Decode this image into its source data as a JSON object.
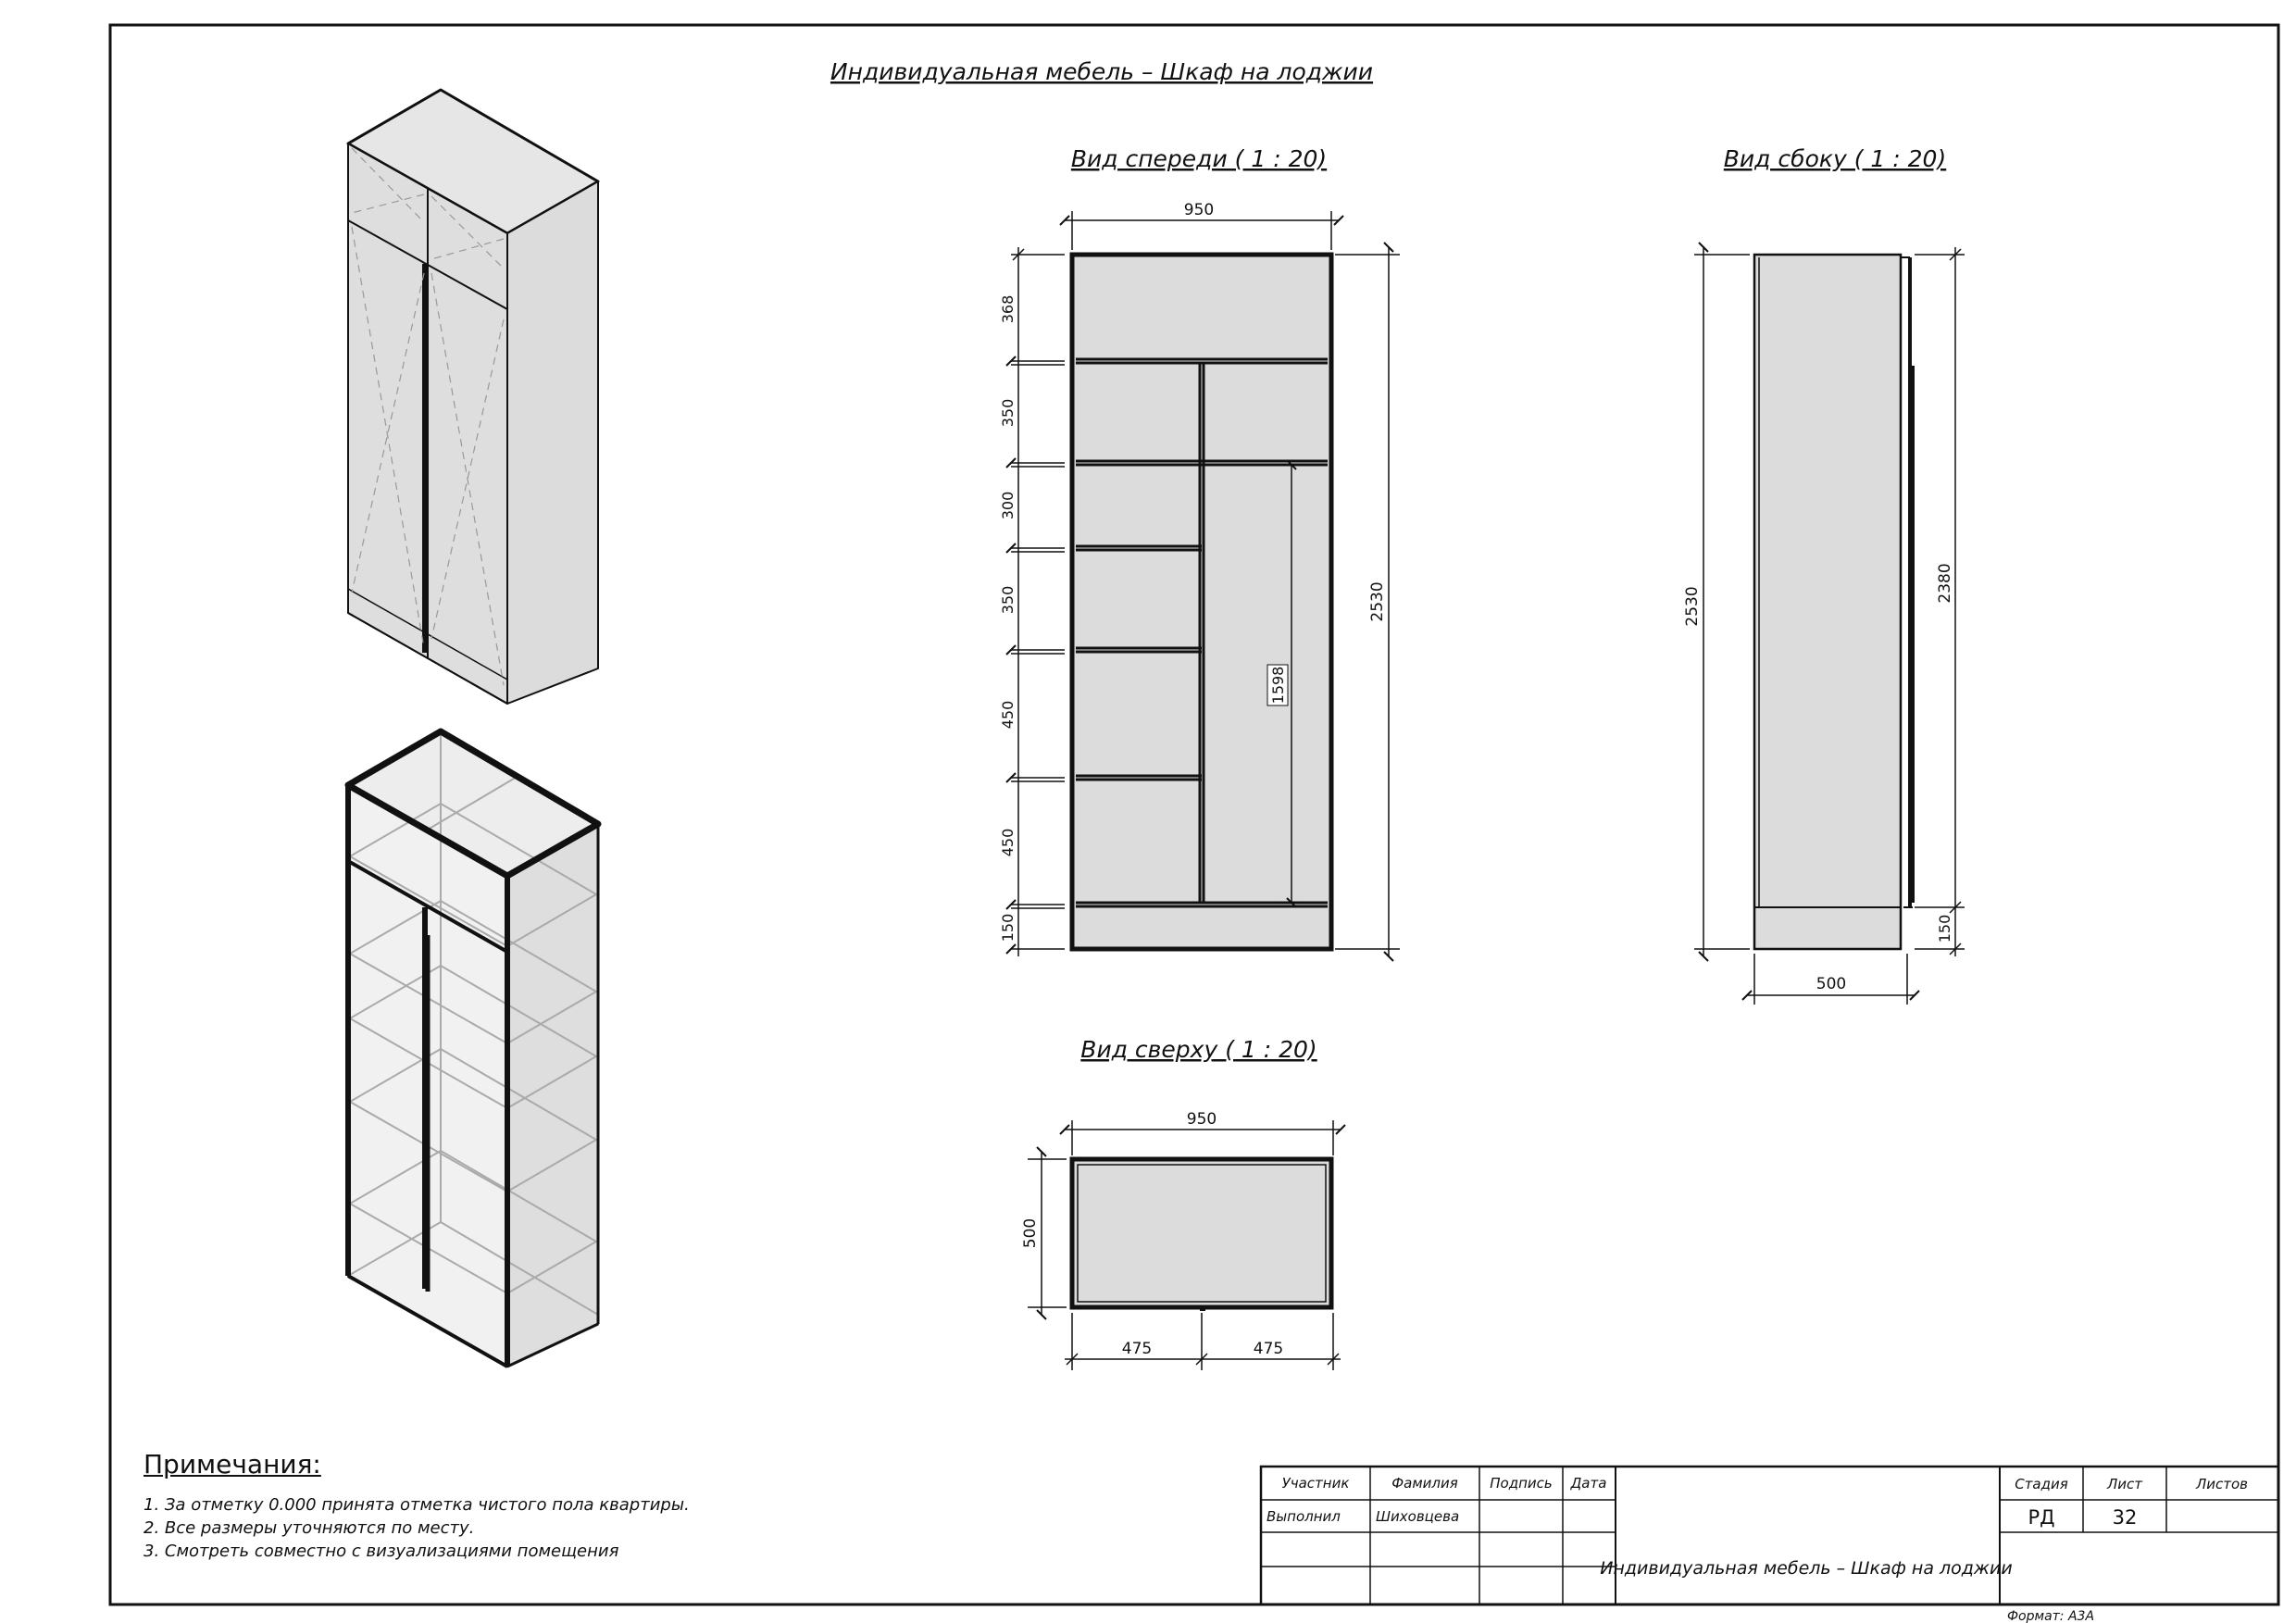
{
  "title": "Индивидуальная мебель – Шкаф на лоджии",
  "views": {
    "front": {
      "title": "Вид спереди ( 1 : 20)",
      "width": "950",
      "height_total": "2530",
      "inner_height": "1598",
      "sections": [
        "368",
        "350",
        "300",
        "350",
        "450",
        "450",
        "150"
      ]
    },
    "side": {
      "title": "Вид сбоку ( 1 : 20)",
      "height_total": "2530",
      "door_height": "2380",
      "plinth": "150",
      "depth": "500"
    },
    "top": {
      "title": "Вид сверху ( 1 : 20)",
      "width": "950",
      "depth": "500",
      "half_left": "475",
      "half_right": "475"
    }
  },
  "notes": {
    "title": "Примечания:",
    "items": [
      "1.   За отметку 0.000 принята отметка чистого пола квартиры.",
      "2.   Все размеры уточняются по месту.",
      "3.   Смотреть совместно с визуализациями помещения"
    ]
  },
  "stamp": {
    "headers": [
      "Участник",
      "Фамилия",
      "Подпись",
      "Дата"
    ],
    "role": "Выполнил",
    "surname": "Шиховцева",
    "project_title": "Индивидуальная мебель – Шкаф на лоджии",
    "stage_label": "Стадия",
    "sheet_label": "Лист",
    "sheets_label": "Листов",
    "stage_value": "РД",
    "sheet_value": "32",
    "format": "Формат: А3А"
  }
}
